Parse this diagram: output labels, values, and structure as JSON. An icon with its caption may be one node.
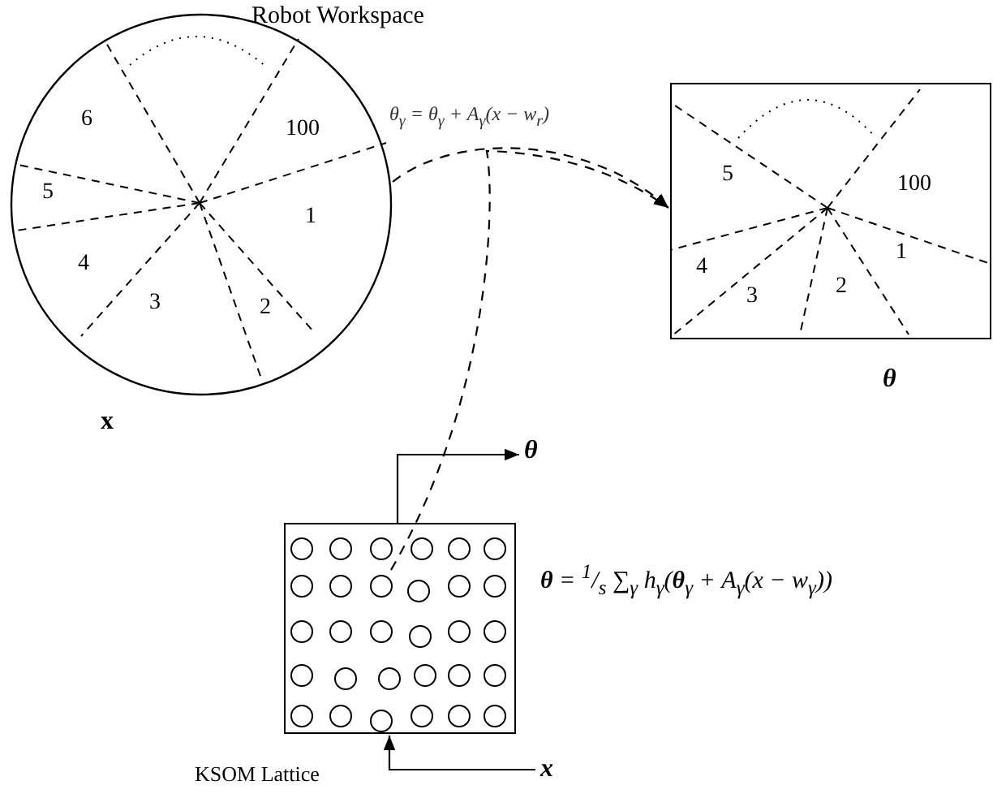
{
  "diagram": {
    "nodes": [
      {
        "text": [
          "Robot Workspace"
        ],
        "beside": [
          "x"
        ]
      },
      {
        "text": [],
        "shape": "box",
        "beside": [
          "θ"
        ]
      },
      {
        "text": [
          "θ"
        ]
      },
      {
        "text": [
          "KSOM Lattice"
        ]
      },
      {
        "text": [],
        "shape": "circle",
        "in": 3
      },
      {
        "text": [],
        "shape": "circle",
        "in": 3
      },
      {
        "text": [],
        "shape": "circle",
        "in": 3
      },
      {
        "text": [],
        "shape": "circle",
        "in": 3
      },
      {
        "text": [],
        "shape": "circle",
        "in": 3
      },
      {
        "text": [],
        "shape": "circle",
        "in": 3
      },
      {
        "text": [],
        "shape": "circle",
        "in": 3
      },
      {
        "text": [],
        "shape": "circle",
        "in": 3
      },
      {
        "text": [],
        "shape": "circle",
        "in": 3
      },
      {
        "text": [],
        "shape": "circle",
        "in": 3
      },
      {
        "text": [],
        "shape": "circle",
        "in": 3
      },
      {
        "text": [],
        "shape": "circle",
        "in": 3
      },
      {
        "text": [],
        "shape": "circle",
        "in": 3
      },
      {
        "text": [],
        "shape": "circle",
        "in": 3
      },
      {
        "text": [],
        "shape": "circle",
        "in": 3
      },
      {
        "text": [],
        "shape": "circle",
        "in": 3
      },
      {
        "text": [],
        "shape": "circle",
        "in": 3
      },
      {
        "text": [],
        "shape": "circle",
        "in": 3
      },
      {
        "text": [],
        "shape": "circle",
        "in": 3
      },
      {
        "text": [],
        "shape": "circle",
        "in": 3
      },
      {
        "text": [],
        "shape": "circle",
        "in": 3
      },
      {
        "text": [],
        "shape": "circle",
        "in": 3
      },
      {
        "text": [],
        "shape": "circle",
        "in": 3
      },
      {
        "text": [],
        "shape": "circle",
        "in": 3
      },
      {
        "text": [],
        "shape": "circle",
        "in": 3
      },
      {
        "text": [],
        "shape": "circle",
        "in": 3
      },
      {
        "text": [],
        "shape": "circle",
        "in": 3
      },
      {
        "text": [],
        "shape": "circle",
        "in": 3
      },
      {
        "text": [],
        "shape": "circle",
        "in": 3
      },
      {
        "text": [],
        "shape": "circle",
        "in": 3
      },
      {
        "text": [
          "x"
        ]
      }
    ],
    "edges": [
      {
        "from": 0,
        "to": 1,
        "arrow": "to",
        "style": "dashed",
        "label": "θ$_{γ}$ = θ$_{γ}$ + A$_{γ}$(x − w$_{r}$)"
      },
      {
        "from": 12,
        "to": 1,
        "arrow": "to",
        "style": "dashed"
      },
      {
        "from": 3,
        "to": 2,
        "arrow": "to"
      },
      {
        "from": 34,
        "to": 3,
        "arrow": "to"
      }
    ],
    "labels": [
      "6",
      "100",
      "5",
      "1",
      "4",
      "3",
      "2",
      "5",
      "100",
      "4",
      "1",
      "3",
      "2",
      "**θ** = $^{1}$/$_{s}$ ∑$_{γ}$ h$_{γ}$(**θ**$_{γ}$ + A$_{γ}$(x − w$_{γ}$))"
    ]
  }
}
